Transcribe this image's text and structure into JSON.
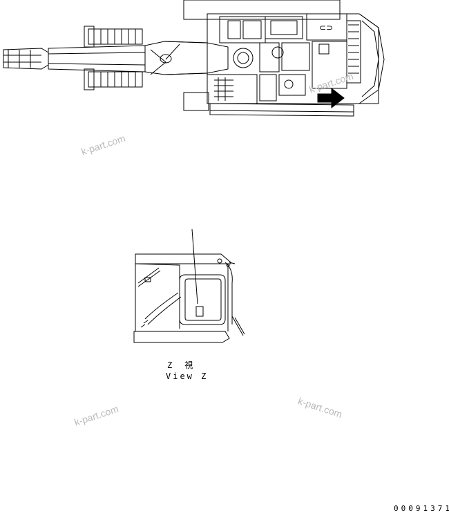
{
  "view_caption": {
    "line1": "Z　視",
    "line2": "View Z"
  },
  "drawing_number": "00091371",
  "watermarks": [
    "k-part.com",
    "k-part.com",
    "k-part.com",
    "k-part.com"
  ],
  "colors": {
    "line": "#000000",
    "watermark": "#b9b9b9",
    "arrow": "#000000"
  }
}
